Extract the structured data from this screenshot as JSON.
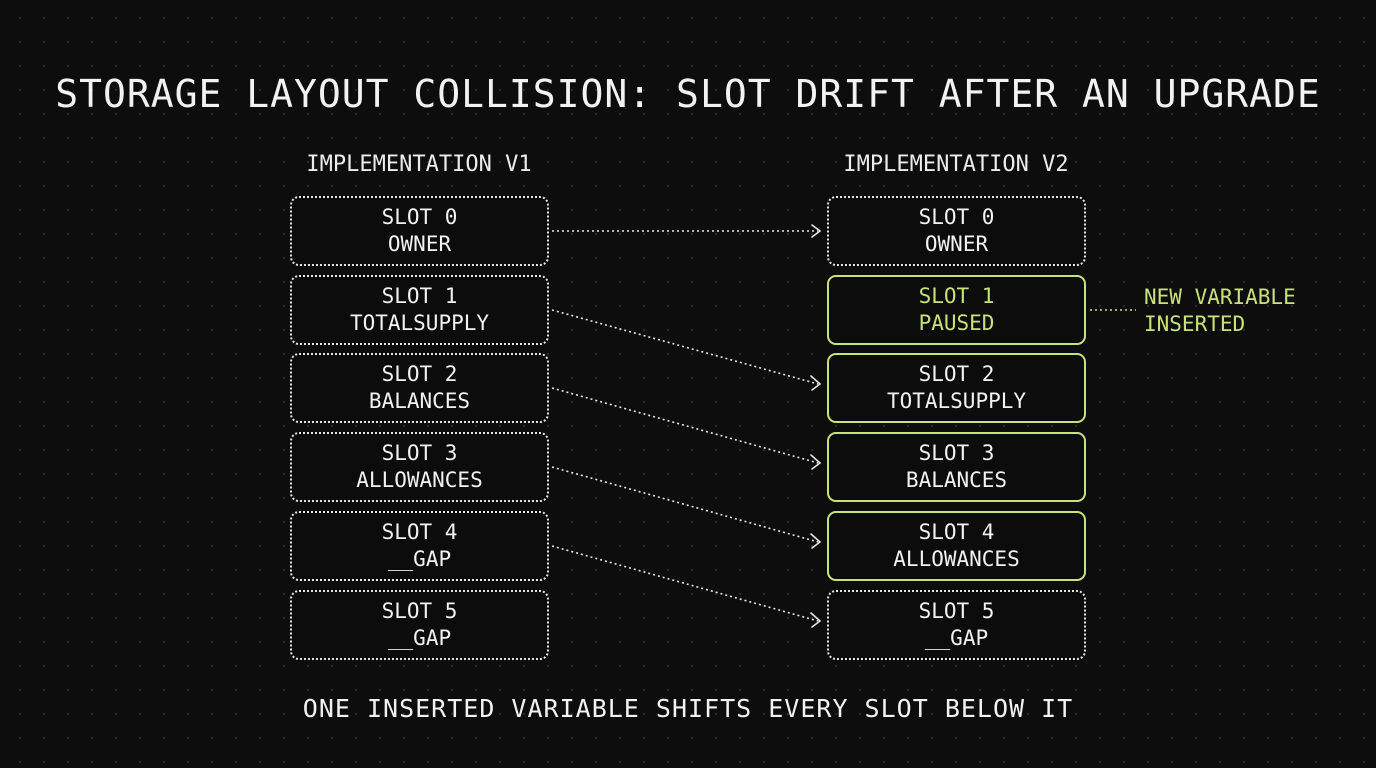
{
  "title": "STORAGE LAYOUT COLLISION: SLOT DRIFT AFTER AN UPGRADE",
  "v1": {
    "heading": "IMPLEMENTATION V1",
    "slots": [
      {
        "slot": "SLOT 0",
        "name": "OWNER"
      },
      {
        "slot": "SLOT 1",
        "name": "TOTALSUPPLY"
      },
      {
        "slot": "SLOT 2",
        "name": "BALANCES"
      },
      {
        "slot": "SLOT 3",
        "name": "ALLOWANCES"
      },
      {
        "slot": "SLOT 4",
        "name": "__GAP"
      },
      {
        "slot": "SLOT 5",
        "name": "__GAP"
      }
    ]
  },
  "v2": {
    "heading": "IMPLEMENTATION V2",
    "slots": [
      {
        "slot": "SLOT 0",
        "name": "OWNER",
        "state": "unchanged"
      },
      {
        "slot": "SLOT 1",
        "name": "PAUSED",
        "state": "inserted"
      },
      {
        "slot": "SLOT 2",
        "name": "TOTALSUPPLY",
        "state": "shifted"
      },
      {
        "slot": "SLOT 3",
        "name": "BALANCES",
        "state": "shifted"
      },
      {
        "slot": "SLOT 4",
        "name": "ALLOWANCES",
        "state": "shifted"
      },
      {
        "slot": "SLOT 5",
        "name": "__GAP",
        "state": "unchanged"
      }
    ]
  },
  "annotation": {
    "line1": "NEW VARIABLE",
    "line2": "INSERTED"
  },
  "footer": "ONE INSERTED VARIABLE SHIFTS EVERY SLOT BELOW IT",
  "mapping": [
    {
      "from": "v1.slot0",
      "to": "v2.slot0"
    },
    {
      "from": "v1.slot1",
      "to": "v2.slot2"
    },
    {
      "from": "v1.slot2",
      "to": "v2.slot3"
    },
    {
      "from": "v1.slot3",
      "to": "v2.slot4"
    },
    {
      "from": "v1.slot4",
      "to": "v2.slot5"
    }
  ],
  "colors": {
    "background": "#0d0d0d",
    "highlight": "#c8e27a",
    "text": "#f2f2f2",
    "dotted": "#e6e6e6"
  }
}
